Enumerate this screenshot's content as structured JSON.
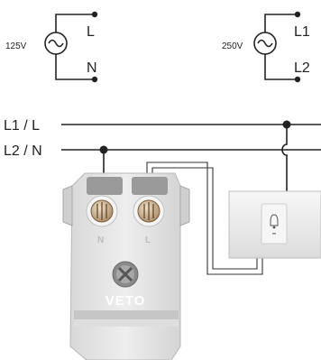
{
  "legend": {
    "single_phase": {
      "voltage": "125V",
      "line_label": "L",
      "neutral_label": "N"
    },
    "two_phase": {
      "voltage": "250V",
      "line1_label": "L1",
      "line2_label": "L2"
    }
  },
  "busbars": {
    "top_label": "L1 / L",
    "bottom_label": "L2 / N"
  },
  "device": {
    "terminal_left_label": "N",
    "terminal_right_label": "L",
    "brand": "VETO"
  },
  "colors": {
    "wire": "#222222",
    "device_body": "#e6e6e6",
    "switch_plate": "#eeeeee"
  }
}
